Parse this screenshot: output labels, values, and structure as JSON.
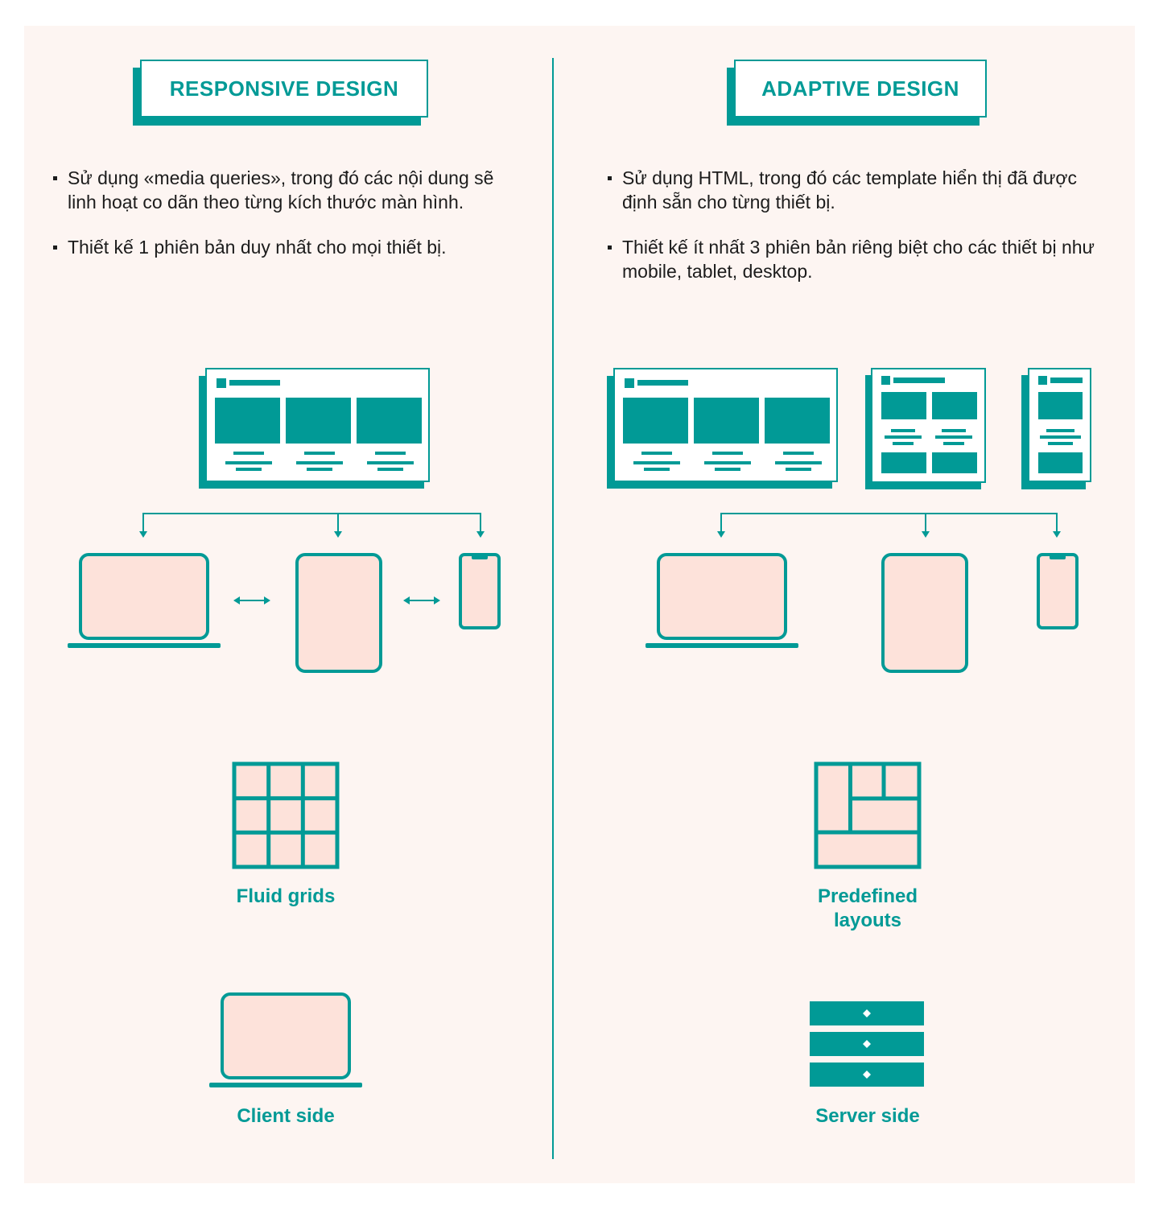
{
  "responsive": {
    "title": "RESPONSIVE DESIGN",
    "bullets": [
      "Sử dụng «media queries», trong đó các nội dung sẽ linh hoạt co dãn theo từng kích thước màn hình.",
      "Thiết kế 1 phiên bản duy nhất cho mọi thiết bị."
    ],
    "feature_1": "Fluid grids",
    "feature_2": "Client side"
  },
  "adaptive": {
    "title": "ADAPTIVE DESIGN",
    "bullets": [
      "Sử dụng HTML, trong đó các template hiển thị đã được định sẵn cho từng thiết bị.",
      "Thiết kế ít nhất 3 phiên bản riêng biệt cho các thiết bị như mobile, tablet, desktop."
    ],
    "feature_1_line1": "Predefined",
    "feature_1_line2": "layouts",
    "feature_2": "Server side"
  },
  "colors": {
    "teal": "#019a96",
    "background": "#fdf5f2",
    "screen": "#fde2da"
  },
  "icons": [
    "desktop-layout-icon",
    "tablet-layout-icon",
    "mobile-layout-icon",
    "laptop-icon",
    "tablet-icon",
    "phone-icon",
    "grid-icon",
    "layout-icon",
    "server-icon",
    "arrow-icon"
  ]
}
